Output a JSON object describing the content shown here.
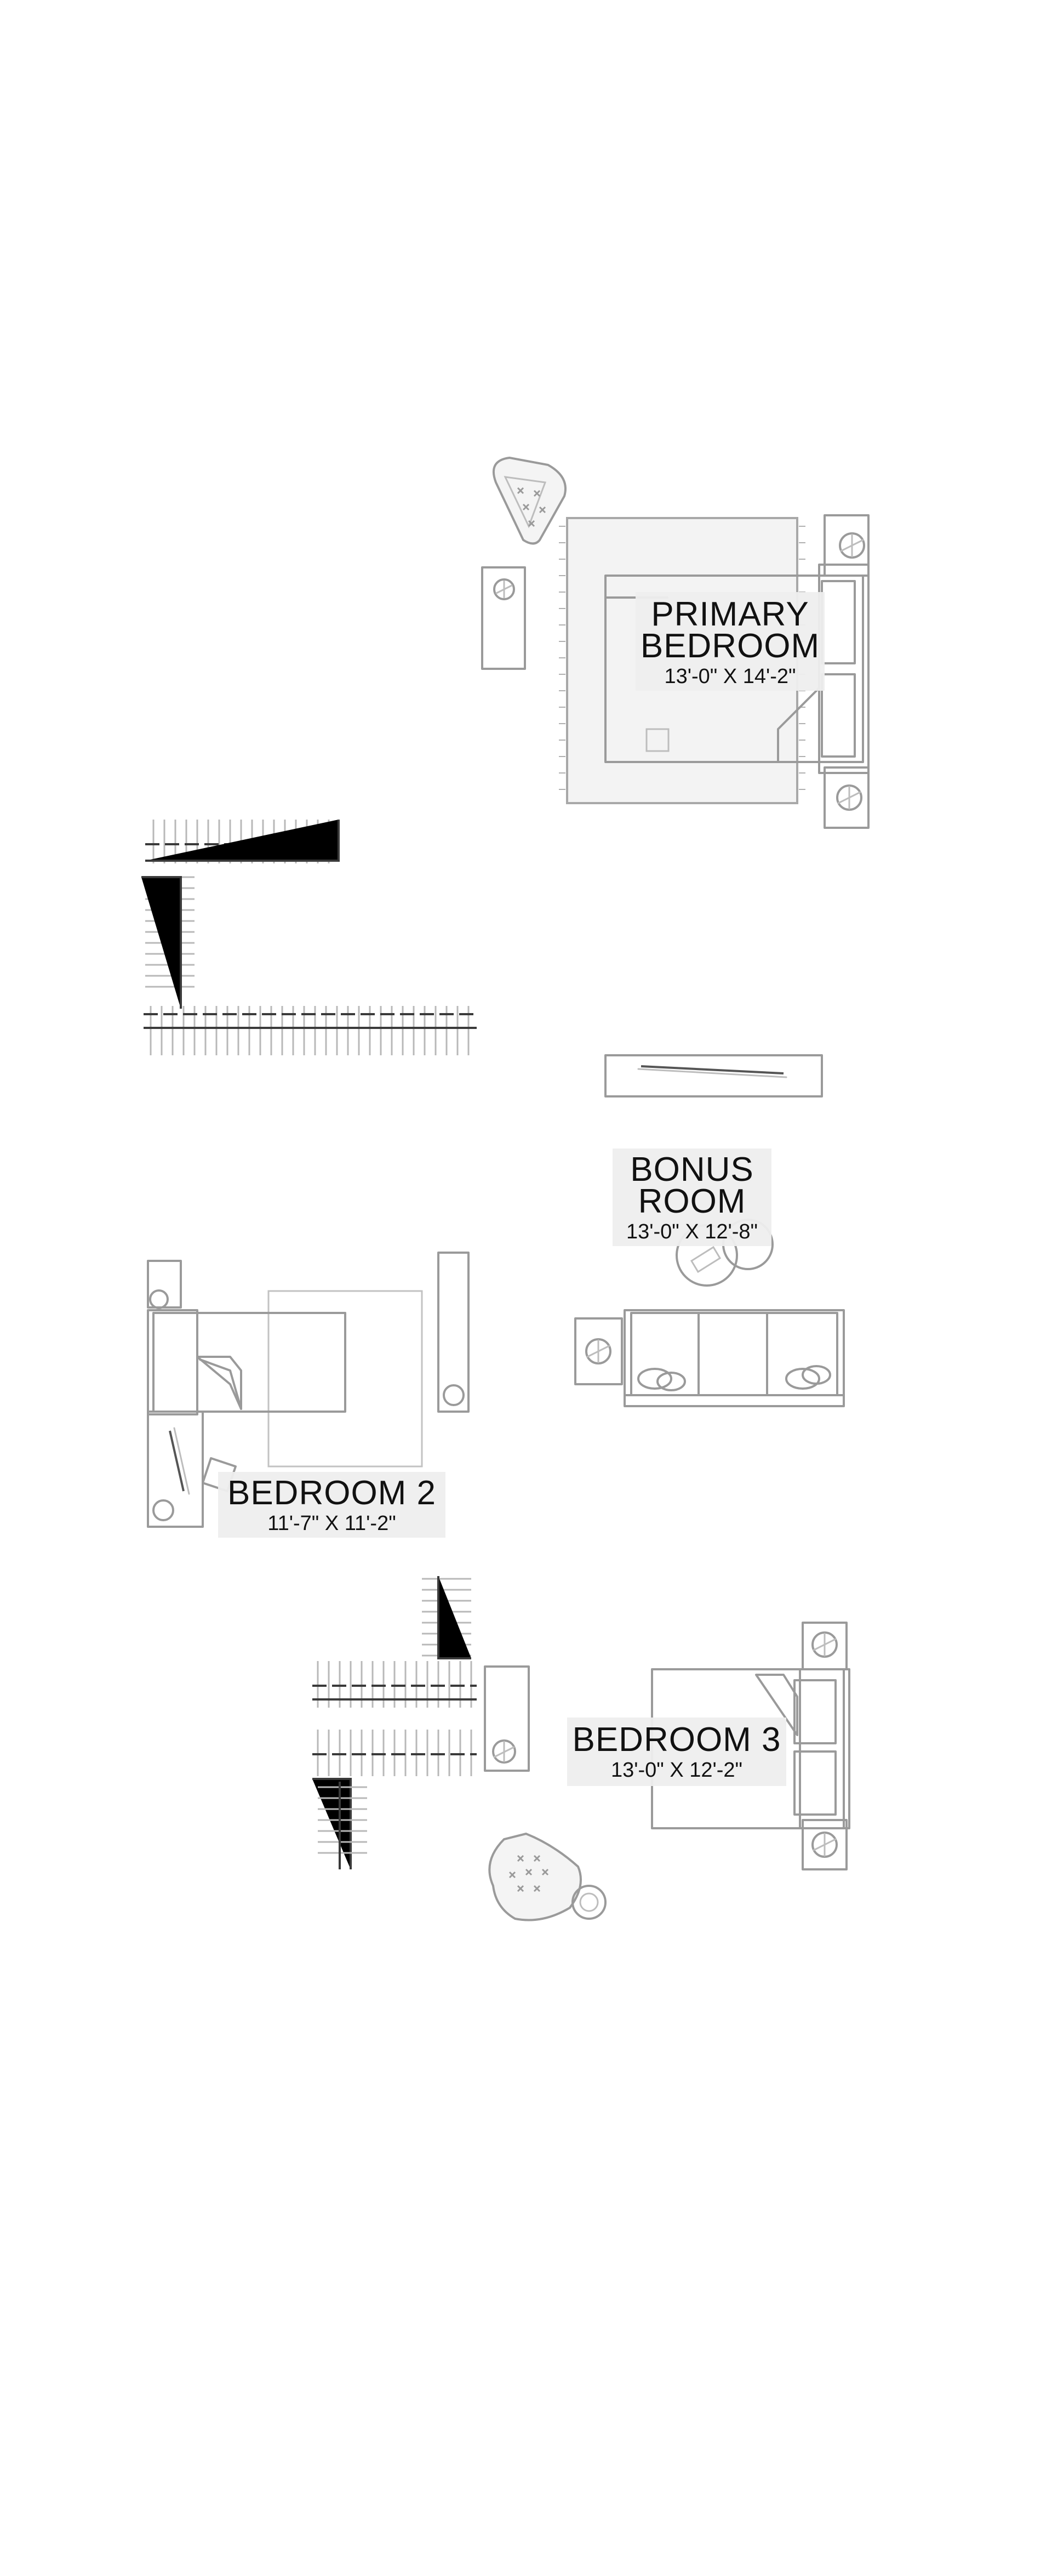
{
  "plan": {
    "rooms": [
      {
        "id": "primary-bedroom",
        "name": "PRIMARY\nBEDROOM",
        "dimensions": "13'-0\" X 14'-2\""
      },
      {
        "id": "bonus-room",
        "name": "BONUS\nROOM",
        "dimensions": "13'-0\" X 12'-8\""
      },
      {
        "id": "bedroom-2",
        "name": "BEDROOM 2",
        "dimensions": "11'-7\" X 11'-2\""
      },
      {
        "id": "bedroom-3",
        "name": "BEDROOM 3",
        "dimensions": "13'-0\" X 12'-2\""
      }
    ],
    "furniture_icons": [
      "armchair-icon",
      "nightstand-icon",
      "bed-icon",
      "rug-icon",
      "closet-hanging-rod-icon",
      "console-table-icon",
      "sofa-icon",
      "side-table-icon",
      "desk-chair-icon",
      "desk-icon"
    ],
    "colors": {
      "sketch_line": "#9a9a9a",
      "label_background": "#eeeeee",
      "label_text": "#111111",
      "closet_rod": "#3a3a3a",
      "background": "#ffffff"
    }
  }
}
